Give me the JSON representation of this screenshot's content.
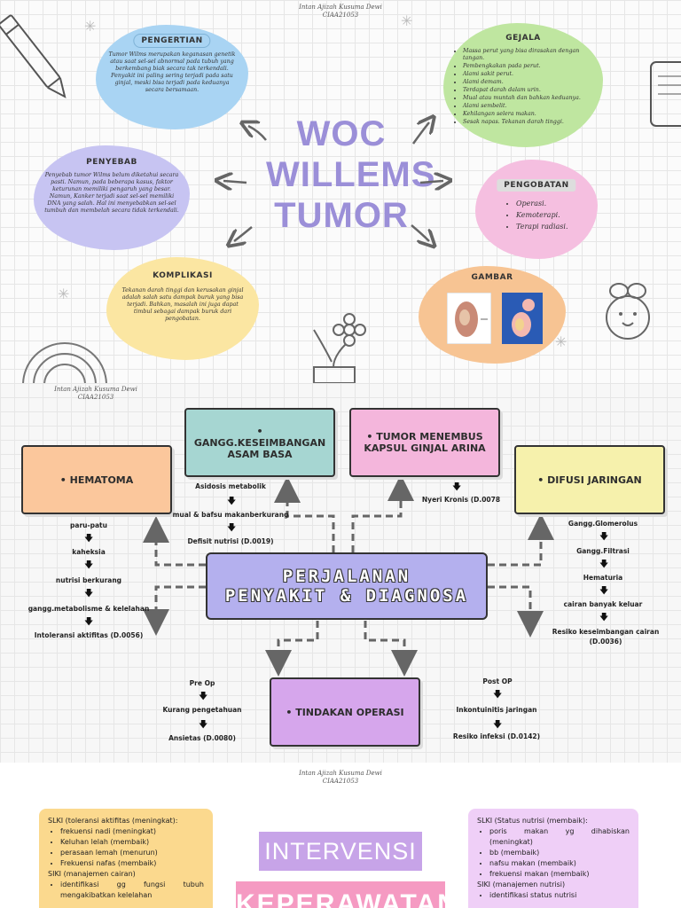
{
  "author": {
    "name": "Intan Ajizah Kusuma Dewi",
    "id": "CIAA21053"
  },
  "overview": {
    "title_lines": [
      "WOC",
      "WILLEMS",
      "TUMOR"
    ],
    "pengertian": {
      "label": "PENGERTIAN",
      "text": "Tumor Wilms merupakan keganasan genetik atau saat sel-sel abnormal pada tubuh yang berkembang biak secara tak terkendali. Penyakit ini paling sering terjadi pada satu ginjal, meski bisa terjadi pada keduanya secara bersamaan."
    },
    "gejala": {
      "label": "GEJALA",
      "items": [
        "Massa perut yang bisa dirasakan dengan tangan.",
        "Pembengkakan pada perut.",
        "Alami sakit perut.",
        "Alami demam.",
        "Terdapat darah dalam urin.",
        "Mual atau muntah dan bahkan keduanya.",
        "Alami sembelit.",
        "Kehilangan selera makan.",
        "Sesak napas. Tekanan darah tinggi."
      ]
    },
    "penyebab": {
      "label": "PENYEBAB",
      "text": "Penyebab tumor Wilms belum diketahui secara pasti. Namun, pada beberapa kasus, faktor keturunan memiliki pengaruh yang besar. Namun, Kanker terjadi saat sel-sel memiliki DNA yang salah. Hal ini menyebabkan sel-sel tumbuh dan membelah secara tidak terkendali."
    },
    "pengobatan": {
      "label": "PENGOBATAN",
      "items": [
        "Operasi.",
        "Kemoterapi.",
        "Terapi radiasi."
      ]
    },
    "komplikasi": {
      "label": "KOMPLIKASI",
      "text": "Tekanan darah tinggi dan kerusakan ginjal adalah salah satu dampak buruk yang bisa terjadi. Bahkan, masalah ini juga dapat timbul sebagai dampak buruk dari pengobatan."
    },
    "gambar": {
      "label": "GAMBAR"
    }
  },
  "pathway": {
    "center_lines": [
      "PERJALANAN",
      "PENYAKIT & DIAGNOSA"
    ],
    "hematoma": {
      "label": "HEMATOMA",
      "steps": [
        "paru-patu",
        "kaheksia",
        "nutrisi berkurang",
        "gangg.metabolisme & kelelahan",
        "Intoleransi aktifitas (D.0056)"
      ]
    },
    "asam_basa": {
      "label": "GANGG.KESEIMBANGAN ASAM BASA",
      "steps": [
        "Asidosis metabolik",
        "mual & bafsu makanberkurang",
        "Defisit nutrisi (D.0019)"
      ]
    },
    "tumor_menembus": {
      "label": "TUMOR MENEMBUS KAPSUL GINJAL ARINA",
      "steps": [
        "Nyeri Kronis (D.0078"
      ]
    },
    "difusi": {
      "label": "DIFUSI JARINGAN",
      "steps": [
        "Gangg.Glomerolus",
        "Gangg.Filtrasi",
        "Hematuria",
        "cairan banyak keluar",
        "Resiko keseimbangan cairan (D.0036)"
      ]
    },
    "operasi": {
      "label": "TINDAKAN OPERASI",
      "pre_label": "Pre Op",
      "pre_steps": [
        "Kurang pengetahuan",
        "Ansietas (D.0080)"
      ],
      "post_label": "Post OP",
      "post_steps": [
        "Inkontuinitis jaringan",
        "Resiko infeksi (D.0142)"
      ]
    }
  },
  "intervensi": {
    "banner_1": "INTERVENSI",
    "banner_2": "KEPERAWATAN",
    "left_panel": {
      "heading_1": "SLKI (toleransi aktifitas (meningkat):",
      "list_1": [
        "frekuensi nadi (meningkat)",
        "Keluhan lelah (membaik)",
        "perasaan lemah (menurun)",
        "Frekuensi nafas (membaik)"
      ],
      "heading_2": "SIKI (manajemen cairan)",
      "list_2": [
        "identifikasi gg fungsi tubuh mengakibatkan kelelahan"
      ]
    },
    "right_panel": {
      "heading_1": "SLKI (Status nutrisi (membaik):",
      "list_1": [
        "poris makan yg dihabiskan (meningkat)",
        "bb (membaik)",
        "nafsu makan (membaik)",
        "frekuensi makan (membaik)"
      ],
      "heading_2": "SIKI (manajemen nutrisi)",
      "list_2": [
        "identifikasi status nutrisi"
      ]
    }
  },
  "colors": {
    "blue": "#a9d4f3",
    "green": "#bfe6a0",
    "lilac": "#c7c4f2",
    "pink": "#f5bfe0",
    "yellow": "#fbe6a2",
    "orange": "#f7c493",
    "title": "#9b8fd8"
  }
}
